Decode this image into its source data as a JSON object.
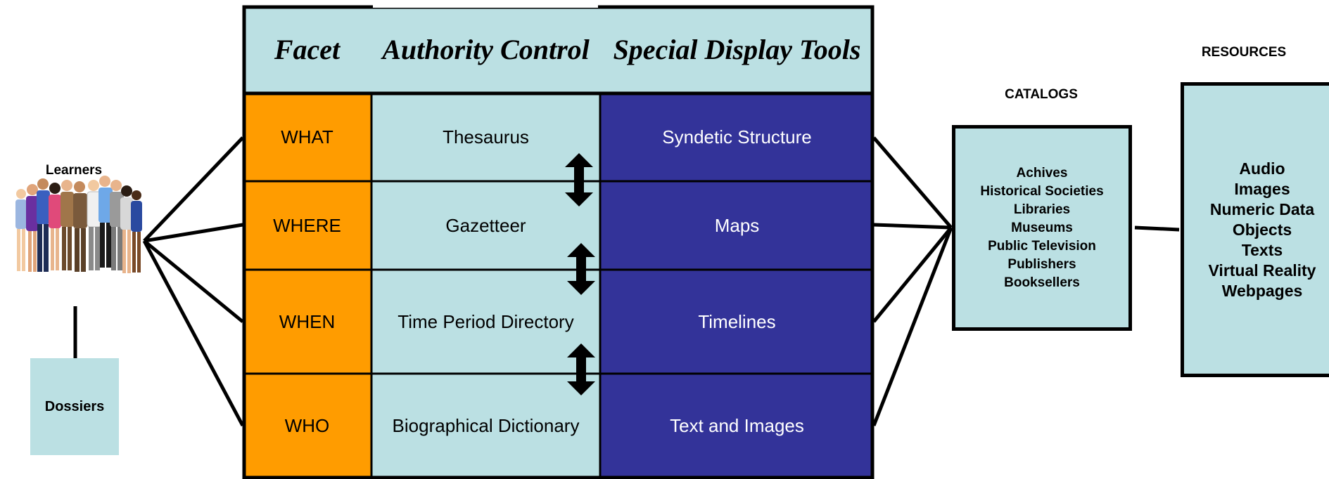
{
  "table": {
    "headers": {
      "facet": "Facet",
      "authority": "Authority Control",
      "tools": "Special Display Tools"
    },
    "rows": [
      {
        "facet": "WHAT",
        "authority": "Thesaurus",
        "tool": "Syndetic Structure"
      },
      {
        "facet": "WHERE",
        "authority": "Gazetteer",
        "tool": "Maps"
      },
      {
        "facet": "WHEN",
        "authority": "Time Period Directory",
        "tool": "Timelines"
      },
      {
        "facet": "WHO",
        "authority": "Biographical Dictionary",
        "tool": "Text and Images"
      }
    ]
  },
  "learners": {
    "label": "Learners",
    "icon": "people-group-icon"
  },
  "dossiers": {
    "label": "Dossiers"
  },
  "catalogs": {
    "title": "CATALOGS",
    "items": [
      "Achives",
      "Historical Societies",
      "Libraries",
      "Museums",
      "Public Television",
      "Publishers",
      "Booksellers"
    ]
  },
  "resources": {
    "title": "RESOURCES",
    "items": [
      "Audio",
      "Images",
      "Numeric Data",
      "Objects",
      "Texts",
      "Virtual Reality",
      "Webpages"
    ]
  },
  "colors": {
    "facet": "#FF9C00",
    "light": "#BBE0E3",
    "dark": "#333399"
  }
}
